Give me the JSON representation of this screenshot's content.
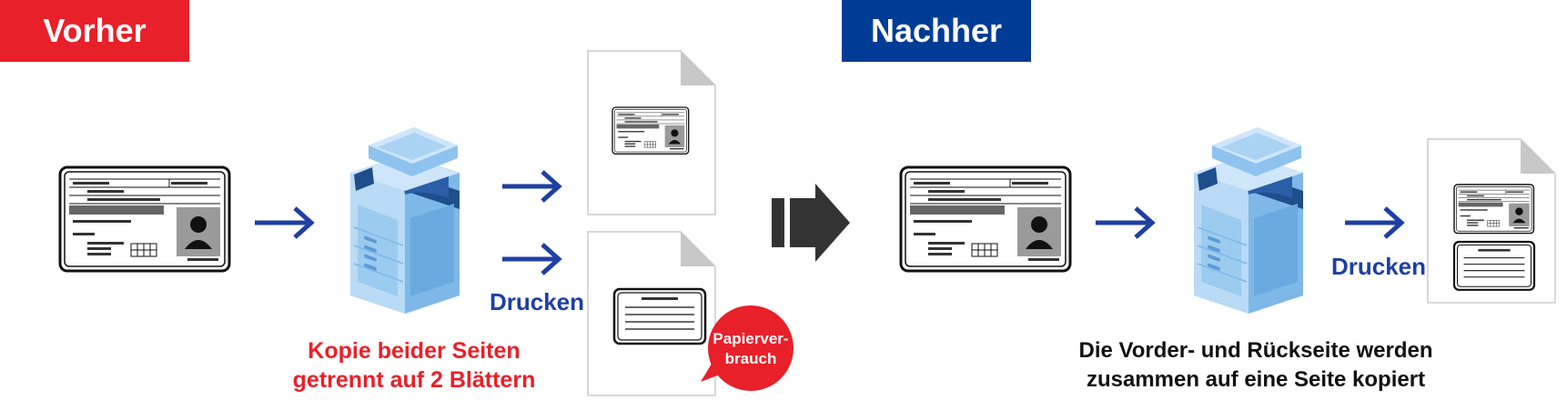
{
  "before": {
    "tag": "Vorher",
    "tag_color": "#e8202a",
    "print_label": "Drucken",
    "caption_line1": "Kopie beider Seiten",
    "caption_line2": "getrennt auf 2 Blättern",
    "caption_color": "#e8202a",
    "badge_line1": "Papierver-",
    "badge_line2": "brauch",
    "badge_color": "#e8202a"
  },
  "after": {
    "tag": "Nachher",
    "tag_color": "#003c96",
    "print_label": "Drucken",
    "caption_line1": "Die Vorder- und Rückseite werden",
    "caption_line2": "zusammen auf eine Seite kopiert",
    "caption_color": "#111111"
  },
  "colors": {
    "arrow_blue": "#1e3fa3",
    "big_arrow": "#333333",
    "copier_body": "#8fc3ef",
    "copier_dark": "#1f4e8c"
  },
  "icons": [
    "id-card-front-icon",
    "copier-icon",
    "paper-sheet-icon",
    "id-card-back-icon",
    "transition-arrow-icon"
  ]
}
